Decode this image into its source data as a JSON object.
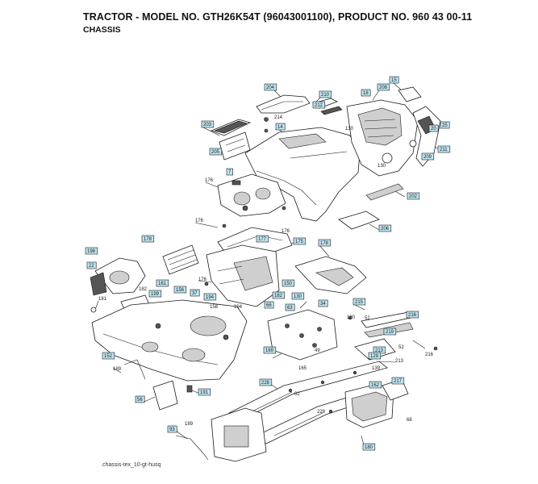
{
  "header": {
    "title": "TRACTOR - MODEL NO. GTH26K54T (96043001100), PRODUCT NO. 960 43 00-11",
    "subtitle": "CHASSIS"
  },
  "footer": {
    "code": "chassis-tex_10-gt-husq"
  },
  "labels": [
    {
      "text": "204",
      "boxed": true
    },
    {
      "text": "210",
      "boxed": true
    },
    {
      "text": "212",
      "boxed": true
    },
    {
      "text": "214",
      "boxed": false
    },
    {
      "text": "14",
      "boxed": true
    },
    {
      "text": "203",
      "boxed": true
    },
    {
      "text": "205",
      "boxed": true
    },
    {
      "text": "208",
      "boxed": true
    },
    {
      "text": "15",
      "boxed": true
    },
    {
      "text": "18",
      "boxed": true
    },
    {
      "text": "130",
      "boxed": false
    },
    {
      "text": "20",
      "boxed": true
    },
    {
      "text": "25",
      "boxed": true
    },
    {
      "text": "211",
      "boxed": true
    },
    {
      "text": "209",
      "boxed": true
    },
    {
      "text": "130",
      "boxed": false
    },
    {
      "text": "202",
      "boxed": true
    },
    {
      "text": "206",
      "boxed": true
    },
    {
      "text": "176",
      "boxed": false
    },
    {
      "text": "7",
      "boxed": true
    },
    {
      "text": "176",
      "boxed": false
    },
    {
      "text": "176",
      "boxed": false
    },
    {
      "text": "177",
      "boxed": true
    },
    {
      "text": "175",
      "boxed": true
    },
    {
      "text": "178",
      "boxed": true
    },
    {
      "text": "150",
      "boxed": true
    },
    {
      "text": "198",
      "boxed": true
    },
    {
      "text": "22",
      "boxed": true
    },
    {
      "text": "176",
      "boxed": false
    },
    {
      "text": "178",
      "boxed": true
    },
    {
      "text": "181",
      "boxed": false
    },
    {
      "text": "182",
      "boxed": false
    },
    {
      "text": "199",
      "boxed": true
    },
    {
      "text": "161",
      "boxed": true
    },
    {
      "text": "156",
      "boxed": true
    },
    {
      "text": "37",
      "boxed": true
    },
    {
      "text": "194",
      "boxed": true
    },
    {
      "text": "158",
      "boxed": false
    },
    {
      "text": "194",
      "boxed": false
    },
    {
      "text": "182",
      "boxed": true
    },
    {
      "text": "130",
      "boxed": true
    },
    {
      "text": "34",
      "boxed": true
    },
    {
      "text": "66",
      "boxed": true
    },
    {
      "text": "63",
      "boxed": true
    },
    {
      "text": "215",
      "boxed": true
    },
    {
      "text": "130",
      "boxed": false
    },
    {
      "text": "52",
      "boxed": false
    },
    {
      "text": "216",
      "boxed": true
    },
    {
      "text": "219",
      "boxed": true
    },
    {
      "text": "52",
      "boxed": false
    },
    {
      "text": "216",
      "boxed": false
    },
    {
      "text": "169",
      "boxed": true
    },
    {
      "text": "213",
      "boxed": true
    },
    {
      "text": "49",
      "boxed": false
    },
    {
      "text": "165",
      "boxed": false
    },
    {
      "text": "129",
      "boxed": true
    },
    {
      "text": "213",
      "boxed": false
    },
    {
      "text": "139",
      "boxed": false
    },
    {
      "text": "152",
      "boxed": true
    },
    {
      "text": "189",
      "boxed": false
    },
    {
      "text": "228",
      "boxed": true
    },
    {
      "text": "62",
      "boxed": false
    },
    {
      "text": "217",
      "boxed": true
    },
    {
      "text": "162",
      "boxed": true
    },
    {
      "text": "191",
      "boxed": true
    },
    {
      "text": "56",
      "boxed": true
    },
    {
      "text": "228",
      "boxed": false
    },
    {
      "text": "68",
      "boxed": false
    },
    {
      "text": "189",
      "boxed": false
    },
    {
      "text": "93",
      "boxed": true
    },
    {
      "text": "180",
      "boxed": true
    }
  ]
}
